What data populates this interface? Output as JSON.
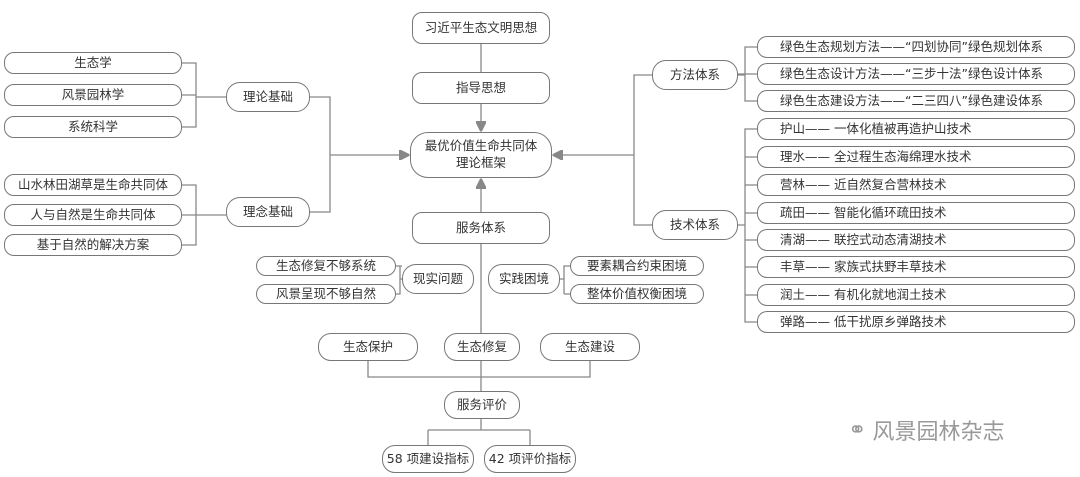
{
  "top": "习近平生态文明思想",
  "guide": "指导思想",
  "center": {
    "line1": "最优价值生命共同体",
    "line2": "理论框架"
  },
  "service": "服务体系",
  "theory": {
    "label": "理论基础",
    "items": [
      "生态学",
      "风景园林学",
      "系统科学"
    ]
  },
  "concept": {
    "label": "理念基础",
    "items": [
      "山水林田湖草是生命共同体",
      "人与自然是生命共同体",
      "基于自然的解决方案"
    ]
  },
  "method": {
    "label": "方法体系",
    "items": [
      "绿色生态规划方法——“四划协同”绿色规划体系",
      "绿色生态设计方法——“三步十法”绿色设计体系",
      "绿色生态建设方法——“二三四八”绿色建设体系"
    ]
  },
  "tech": {
    "label": "技术体系",
    "items": [
      "护山—— 一体化植被再造护山技术",
      "理水—— 全过程生态海绵理水技术",
      "营林—— 近自然复合营林技术",
      "疏田—— 智能化循环疏田技术",
      "清湖—— 联控式动态清湖技术",
      "丰草—— 家族式扶野丰草技术",
      "润土—— 有机化就地润土技术",
      "弹路—— 低干扰原乡弹路技术"
    ]
  },
  "reality": {
    "label": "现实问题",
    "items": [
      "生态修复不够系统",
      "风景呈现不够自然"
    ]
  },
  "practice": {
    "label": "实践困境",
    "items": [
      "要素耦合约束困境",
      "整体价值权衡困境"
    ]
  },
  "eco": [
    "生态保护",
    "生态修复",
    "生态建设"
  ],
  "evaluation": "服务评价",
  "indicators": [
    "58 项建设指标",
    "42 项评价指标"
  ],
  "watermark": "风景园林杂志"
}
